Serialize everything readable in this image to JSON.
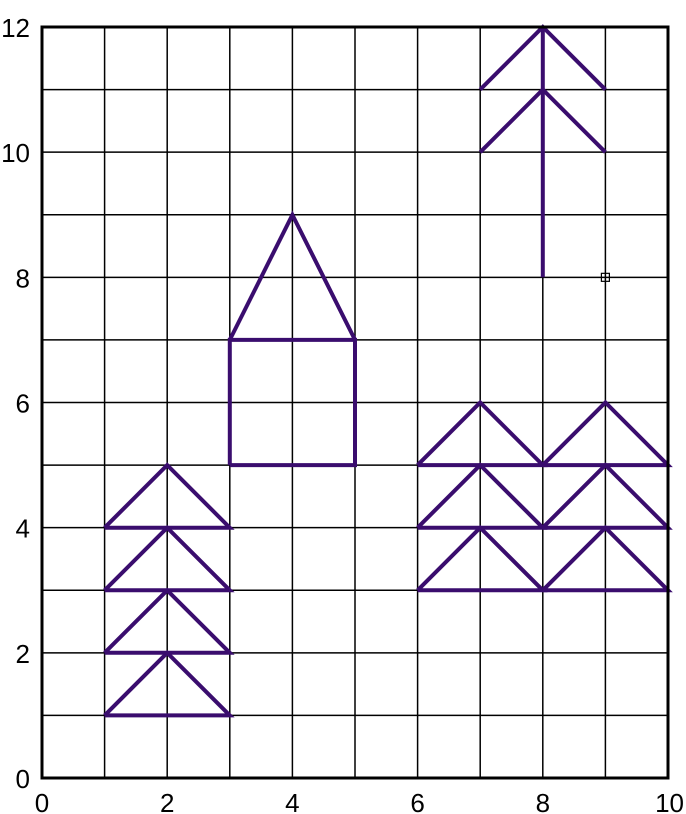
{
  "chart_data": {
    "type": "line",
    "title": "",
    "xlabel": "",
    "ylabel": "",
    "xlim": [
      0,
      10
    ],
    "ylim": [
      0,
      12
    ],
    "grid": true,
    "x_ticks": [
      "0",
      "2",
      "4",
      "6",
      "8",
      "10"
    ],
    "y_ticks": [
      "0",
      "2",
      "4",
      "6",
      "8",
      "10",
      "12"
    ],
    "colors": {
      "shape": "#3a0d6e",
      "grid": "#000000",
      "frame": "#000000"
    },
    "shapes": [
      {
        "group": "left-tree",
        "points": [
          [
            1,
            1
          ],
          [
            3,
            1
          ],
          [
            2,
            2
          ],
          [
            1,
            1
          ]
        ]
      },
      {
        "group": "left-tree",
        "points": [
          [
            1,
            2
          ],
          [
            3,
            2
          ],
          [
            2,
            3
          ],
          [
            1,
            2
          ]
        ]
      },
      {
        "group": "left-tree",
        "points": [
          [
            1,
            3
          ],
          [
            3,
            3
          ],
          [
            2,
            4
          ],
          [
            1,
            3
          ]
        ]
      },
      {
        "group": "left-tree",
        "points": [
          [
            1,
            4
          ],
          [
            3,
            4
          ],
          [
            2,
            5
          ],
          [
            1,
            4
          ]
        ]
      },
      {
        "group": "house",
        "points": [
          [
            3,
            5
          ],
          [
            5,
            5
          ],
          [
            5,
            7
          ],
          [
            3,
            7
          ],
          [
            3,
            5
          ]
        ]
      },
      {
        "group": "house",
        "points": [
          [
            3,
            7
          ],
          [
            4,
            9
          ],
          [
            5,
            7
          ]
        ]
      },
      {
        "group": "arrow",
        "points": [
          [
            8,
            8
          ],
          [
            8,
            12
          ]
        ]
      },
      {
        "group": "arrow",
        "points": [
          [
            7,
            11
          ],
          [
            8,
            12
          ],
          [
            9,
            11
          ]
        ]
      },
      {
        "group": "arrow",
        "points": [
          [
            7,
            10
          ],
          [
            8,
            11
          ],
          [
            9,
            10
          ]
        ]
      },
      {
        "group": "right-trees",
        "points": [
          [
            6,
            3
          ],
          [
            8,
            3
          ],
          [
            7,
            4
          ],
          [
            6,
            3
          ]
        ]
      },
      {
        "group": "right-trees",
        "points": [
          [
            6,
            4
          ],
          [
            8,
            4
          ],
          [
            7,
            5
          ],
          [
            6,
            4
          ]
        ]
      },
      {
        "group": "right-trees",
        "points": [
          [
            6,
            5
          ],
          [
            8,
            5
          ],
          [
            7,
            6
          ],
          [
            6,
            5
          ]
        ]
      },
      {
        "group": "right-trees",
        "points": [
          [
            8,
            3
          ],
          [
            10,
            3
          ],
          [
            9,
            4
          ],
          [
            8,
            3
          ]
        ]
      },
      {
        "group": "right-trees",
        "points": [
          [
            8,
            4
          ],
          [
            10,
            4
          ],
          [
            9,
            5
          ],
          [
            8,
            4
          ]
        ]
      },
      {
        "group": "right-trees",
        "points": [
          [
            8,
            5
          ],
          [
            10,
            5
          ],
          [
            9,
            6
          ],
          [
            8,
            5
          ]
        ]
      }
    ],
    "markers": [
      {
        "x": 9,
        "y": 8,
        "symbol": "square"
      }
    ]
  }
}
